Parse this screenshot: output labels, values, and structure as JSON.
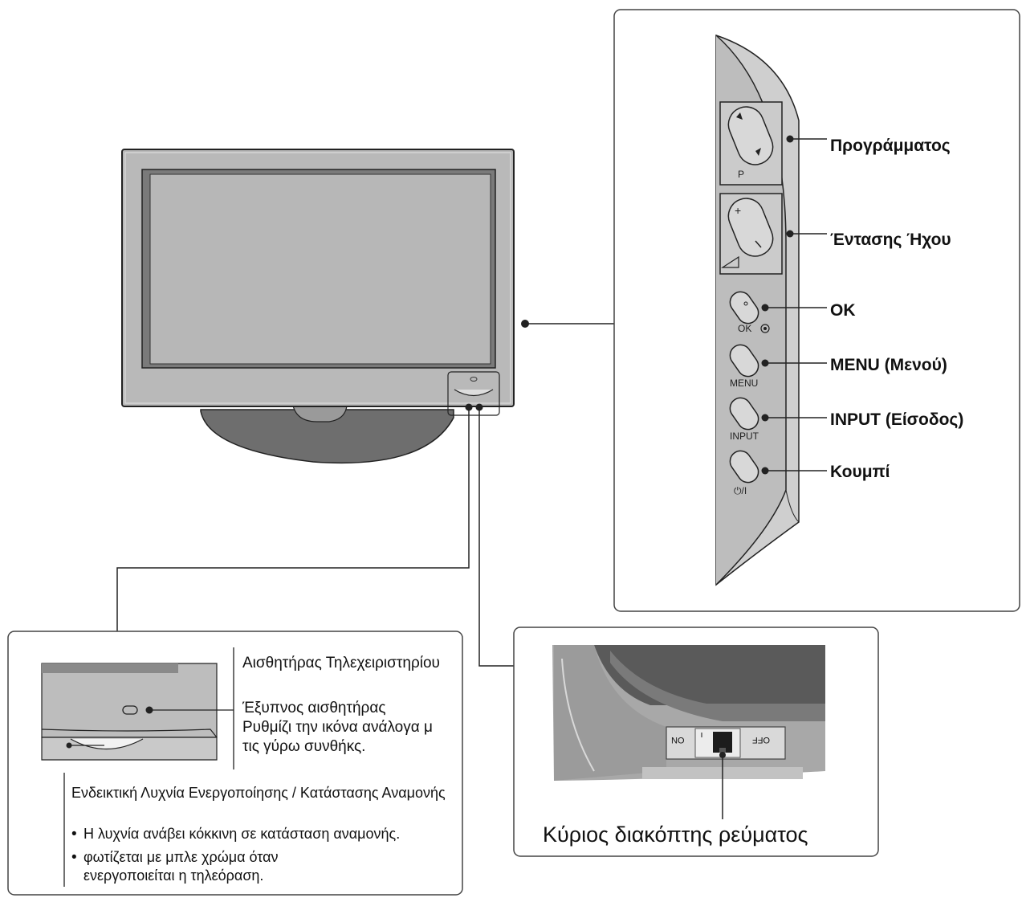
{
  "side_panel": {
    "labels": {
      "programme": "Προγράμματος",
      "volume": "Έντασης Ήχου",
      "ok": "OK",
      "menu": "MENU (Μενού)",
      "input": "INPUT (Είσοδος)",
      "power": "Κουμπί"
    },
    "button_text": {
      "p": "P",
      "ok": "OK",
      "menu": "MENU",
      "input": "INPUT",
      "power": "⏻/I"
    }
  },
  "sensor_callout": {
    "remote_sensor": "Αισθητήρας Τηλεχειριστηρίου",
    "smart_sensor": "Έξυπνος αισθητήρας Ρυθμίζι την ικόνα ανάλογα μ τις γύρω συνθήκς.",
    "power_indicator": "Ενδεικτική Λυχνία Ενεργοποίησης / Κατάστασης Αναμονής",
    "bullets": [
      "Η λυχνία ανάβει κόκκινη σε κατάσταση αναμονής.",
      "φωτίζεται με μπλε χρώμα όταν ενεργοποιείται η τηλεόραση."
    ]
  },
  "switch_callout": {
    "title": "Κύριος διακόπτης ρεύματος",
    "on": "ON",
    "off": "OFF"
  }
}
